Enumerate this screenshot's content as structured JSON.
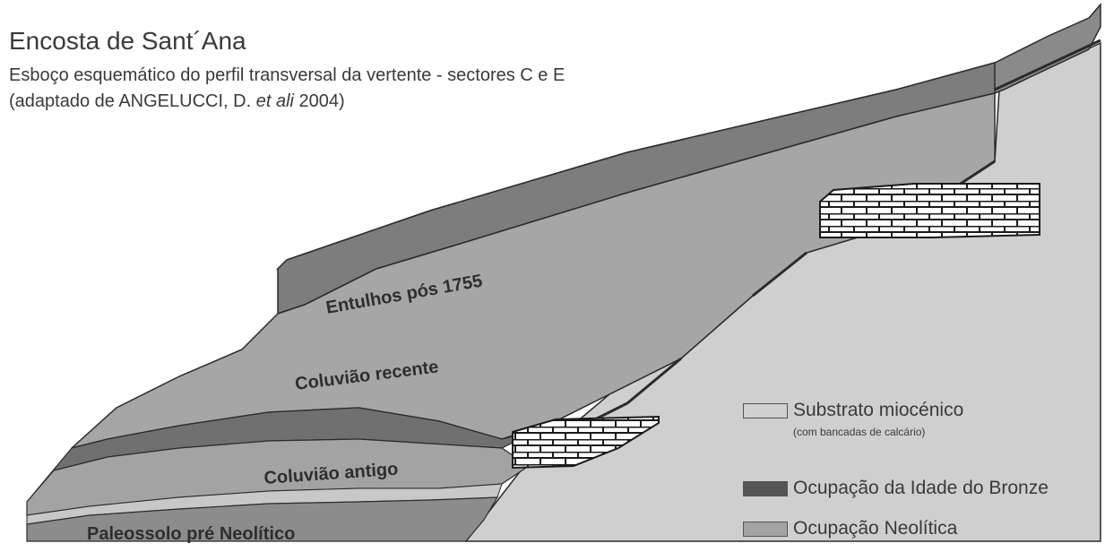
{
  "header": {
    "title": "Encosta de Sant´Ana",
    "subtitle": "Esboço esquemático do perfil transversal da vertente - sectores C e E",
    "credit_prefix": "(adaptado de ANGELUCCI, D. ",
    "credit_italic": "et ali",
    "credit_suffix": " 2004)"
  },
  "layers": {
    "entulhos": "Entulhos pós 1755",
    "coluviao_recente": "Coluvião recente",
    "coluviao_antigo": "Coluvião antigo",
    "paleossolo": "Paleossolo pré Neolítico"
  },
  "legend": {
    "substrato": "Substrato miocénico",
    "substrato_note": "(com bancadas de calcário)",
    "bronze": "Ocupação da Idade do Bronze",
    "neolitica": "Ocupação Neolítica"
  },
  "colors": {
    "dark_layer": "#808080",
    "mid_layer": "#a6a6a6",
    "light_layer": "#cfcfcf",
    "bronze": "#555555",
    "neolithic": "#a3a3a3",
    "outline": "#2b2b2b"
  }
}
